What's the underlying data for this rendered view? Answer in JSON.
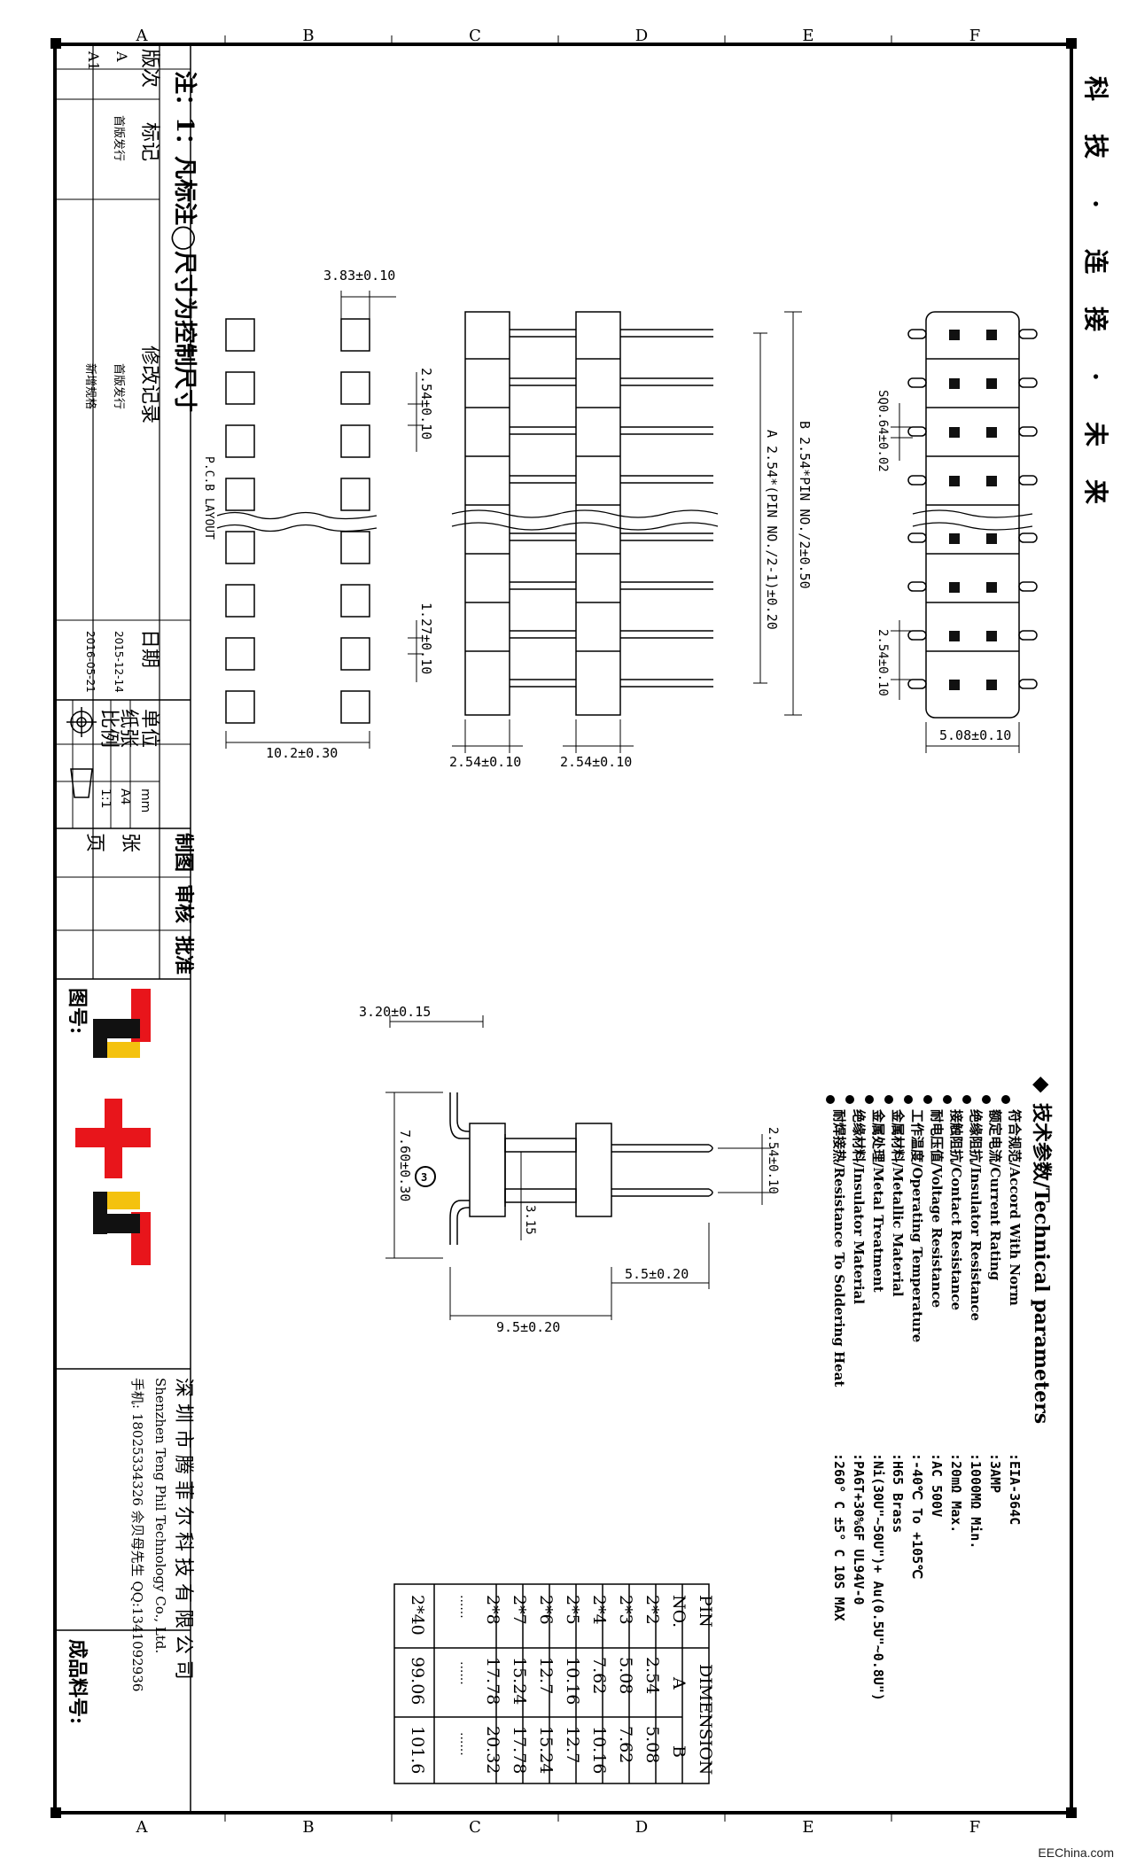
{
  "grid": {
    "top": [
      "A",
      "B",
      "C",
      "D",
      "E",
      "F"
    ],
    "bottom": [
      "A",
      "B",
      "C",
      "D",
      "E",
      "F"
    ]
  },
  "brand_vertical": [
    "科",
    "技",
    "·",
    "连",
    "接",
    "·",
    "未",
    "来"
  ],
  "note": "注：1：凡标注◯尺寸为控制尺寸",
  "revision": {
    "col_version": "版次",
    "col_mark": "标记",
    "col_record": "修改记录",
    "col_date": "日期",
    "rows": [
      {
        "version": "A",
        "mark": "首版发行",
        "record": "首版发行",
        "date": "2015-12-14"
      },
      {
        "version": "A1",
        "mark": "",
        "record": "新增规格",
        "date": "2016-05-21"
      }
    ]
  },
  "title_block": {
    "unit_label": "单位",
    "unit_value": "mm",
    "paper_label": "纸张",
    "paper_value": "A4",
    "scale_label": "比例",
    "scale_value": "1:1",
    "sheet_label": "张",
    "page_label": "页",
    "drawn": "制图",
    "checked": "审核",
    "approved": "批准",
    "drawing_no": "图号:",
    "product_no": "成品料号:"
  },
  "company": {
    "name_cn": "深 圳 市 腾 菲 尔 科 技 有 限 公 司",
    "name_en": "Shenzhen Teng Phil Technology Co., Ltd.",
    "contact": "手机: 18025334326 佘贝母先生   QQ:1341092936",
    "colors": {
      "red": "#e8151b",
      "yellow": "#f4c20f",
      "black": "#111111"
    }
  },
  "dims": {
    "pad_w": "3.83±0.10",
    "pad_pitch": "2.54±0.10",
    "pad_gap": "1.27±0.10",
    "layout_w": "10.2±0.30",
    "pcb_layout": "P.C.B LAYOUT",
    "dim_a": "A  2.54*(PIN NO./2-1)±0.20",
    "dim_b": "B  2.54*PIN NO./2±0.50",
    "row_pitch_1": "2.54±0.10",
    "row_pitch_2": "2.54±0.10",
    "sq": "SQ0.64±0.02",
    "top_pitch": "2.54±0.10",
    "top_w": "5.08±0.10",
    "side_top": "3.20±0.15",
    "side_h": "7.60±0.30",
    "side_ctrl": "3",
    "side_315": "3.15",
    "side_pitch": "2.54±0.10",
    "side_tail": "5.5±0.20",
    "side_total": "9.5±0.20"
  },
  "specs": {
    "header": "技术参数/Technical parameters",
    "items": [
      {
        "label": "符合规范/Accord With Norm",
        "value": ":EIA-364C"
      },
      {
        "label": "额定电流/Current Rating",
        "value": ":3AMP"
      },
      {
        "label": "绝缘阻抗/Insulator Resistance",
        "value": ":1000MΩ Min."
      },
      {
        "label": "接触阻抗/Contact Resistance",
        "value": ":20mΩ Max."
      },
      {
        "label": "耐电压值/Voltage Resistance",
        "value": ":AC 500V"
      },
      {
        "label": "工作温度/Operating Temperature",
        "value": ":-40℃ To +105℃"
      },
      {
        "label": "金属材料/Metallic Material",
        "value": ":H65 Brass"
      },
      {
        "label": "金属处理/Metal Treatment",
        "value": ":Ni(30U\"~50U\")+ Au(0.5U\"~0.8U\")"
      },
      {
        "label": "绝缘材料/Insulator Material",
        "value": ":PA6T+30%GF UL94V-0"
      },
      {
        "label": "耐焊接热/Resistance To Soldering Heat",
        "value": ":260° C ±5° C  10S MAX"
      }
    ]
  },
  "table": {
    "h_pin": "PIN",
    "h_no": "NO.",
    "h_dim": "DIMENSION",
    "h_a": "A",
    "h_b": "B",
    "rows": [
      {
        "pin": "2*2",
        "a": "2.54",
        "b": "5.08"
      },
      {
        "pin": "2*3",
        "a": "5.08",
        "b": "7.62"
      },
      {
        "pin": "2*4",
        "a": "7.62",
        "b": "10.16"
      },
      {
        "pin": "2*5",
        "a": "10.16",
        "b": "12.7"
      },
      {
        "pin": "2*6",
        "a": "12.7",
        "b": "15.24"
      },
      {
        "pin": "2*7",
        "a": "15.24",
        "b": "17.78"
      },
      {
        "pin": "2*8",
        "a": "17.78",
        "b": "20.32"
      },
      {
        "pin": "......",
        "a": "......",
        "b": "......"
      },
      {
        "pin": "2*40",
        "a": "99.06",
        "b": "101.6"
      }
    ]
  },
  "watermark": "EEChina.com"
}
